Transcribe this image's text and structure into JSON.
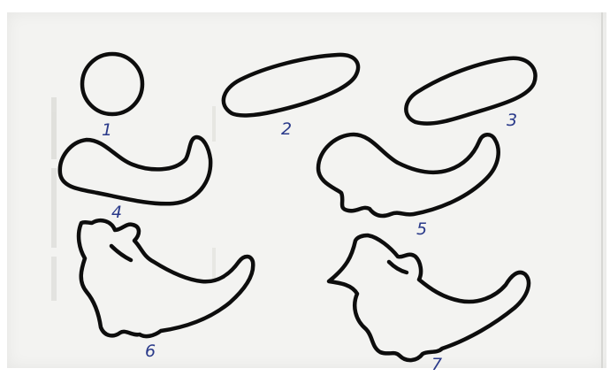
{
  "colors": {
    "outline": "#0d0d0d",
    "label_ink": "#2a3a8a",
    "paper": "#f3f3f1"
  },
  "figures": [
    {
      "id": "figure-1",
      "label": "1",
      "description_name": "circle"
    },
    {
      "id": "figure-2",
      "label": "2",
      "description_name": "long-oval"
    },
    {
      "id": "figure-3",
      "label": "3",
      "description_name": "tilted-oval"
    },
    {
      "id": "figure-4",
      "label": "4",
      "description_name": "hook-shape"
    },
    {
      "id": "figure-5",
      "label": "5",
      "description_name": "hook-shape-wavy"
    },
    {
      "id": "figure-6",
      "label": "6",
      "description_name": "bird-shape"
    },
    {
      "id": "figure-7",
      "label": "7",
      "description_name": "bird-shape-beak"
    }
  ]
}
